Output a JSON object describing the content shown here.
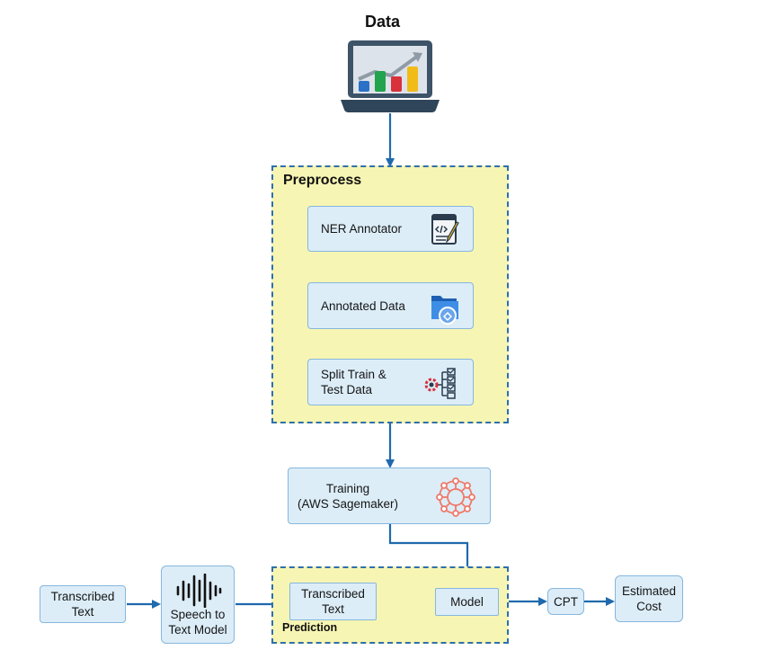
{
  "data_title": "Data",
  "preprocess": {
    "title": "Preprocess",
    "ner_annotator": "NER Annotator",
    "annotated_data": "Annotated Data",
    "split_data": "Split Train &\n Test Data"
  },
  "training": "Training\n(AWS Sagemaker)",
  "prediction": {
    "title": "Prediction",
    "transcribed_text": "Transcribed\nText",
    "model": "Model"
  },
  "input_transcribed_text": "Transcribed\nText",
  "speech_to_text": "Speech to\nText Model",
  "cpt": "CPT",
  "estimated_cost": "Estimated\nCost",
  "colors": {
    "arrow": "#1f69ad",
    "group_fill": "#f7f5b3",
    "group_border": "#2f6fae",
    "node_fill": "#dcedf8",
    "node_border": "#86b7dd"
  }
}
